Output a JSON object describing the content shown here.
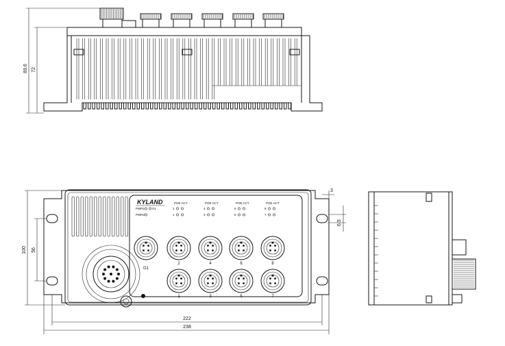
{
  "brand": "KYLAND",
  "dimensions": {
    "total_height": "89.6",
    "body_height": "72",
    "depth": "100",
    "hole_pitch": "56",
    "hole_span": "222",
    "total_width": "238",
    "offset_3": "3",
    "offset_65": "6.5"
  },
  "front_labels": {
    "pwr1": "PWR1",
    "pwr2": "PWR2",
    "g1_led": "G1",
    "poe_act": "POE ACT",
    "g1_port": "G1"
  },
  "ports_top": [
    "2",
    "4",
    "6",
    "8"
  ],
  "ports_bottom": [
    "1",
    "3",
    "5",
    "7"
  ],
  "led_pairs": [
    {
      "top": "2",
      "bottom": "1"
    },
    {
      "top": "4",
      "bottom": "3"
    },
    {
      "top": "6",
      "bottom": "5"
    },
    {
      "top": "8",
      "bottom": "7"
    }
  ]
}
